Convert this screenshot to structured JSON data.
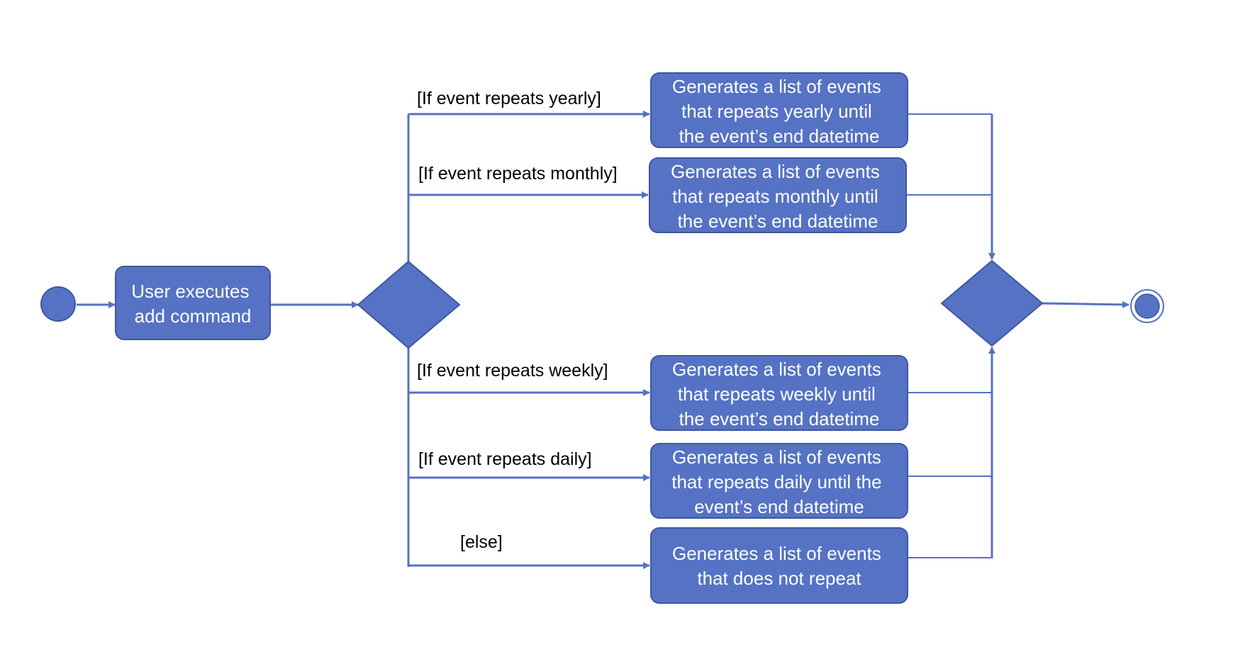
{
  "colors": {
    "node_fill": "#5572C4",
    "node_stroke": "#3E579F",
    "edge": "#5572C4",
    "node_text": "#FFFFFF",
    "guard_text": "#000000",
    "background": "#FFFFFF"
  },
  "diagram": {
    "type": "uml-activity",
    "start_node": "initial",
    "end_node": "final",
    "action_user": {
      "lines": [
        "User executes",
        "add command"
      ]
    },
    "branches": [
      {
        "guard": "[If event repeats yearly]",
        "action_lines": [
          "Generates a list of events",
          "that repeats yearly until",
          "the event’s end datetime"
        ]
      },
      {
        "guard": "[If event repeats monthly]",
        "action_lines": [
          "Generates a list of events",
          "that repeats monthly until",
          "the event’s end datetime"
        ]
      },
      {
        "guard": "[If event repeats weekly]",
        "action_lines": [
          "Generates a list of events",
          "that repeats weekly until",
          "the event’s end datetime"
        ]
      },
      {
        "guard": "[If event repeats daily]",
        "action_lines": [
          "Generates a list of events",
          "that repeats daily until the",
          "event’s end datetime"
        ]
      },
      {
        "guard": "[else]",
        "action_lines": [
          "Generates a list of events",
          "that does not repeat"
        ]
      }
    ]
  }
}
